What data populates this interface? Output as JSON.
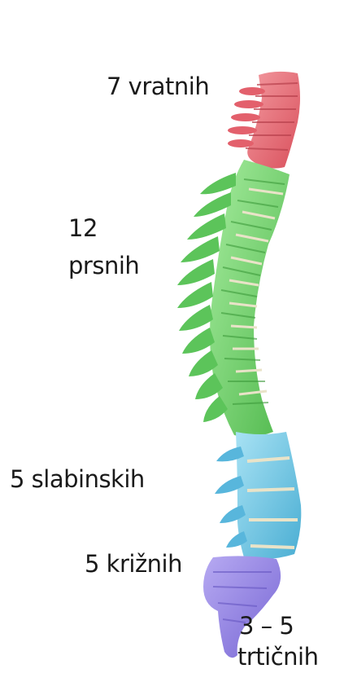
{
  "labels": {
    "cervical": "7 vratnih",
    "thoracic_count": "12",
    "thoracic_word": "prsnih",
    "lumbar": "5 slabinskih",
    "sacral": "5 križnih",
    "coccyx_count": "3 – 5",
    "coccyx_word": "trtičnih"
  },
  "colors": {
    "cervical": "#e8707a",
    "thoracic": "#7fd87a",
    "lumbar": "#7fcbe8",
    "sacral_coccyx": "#9b8be6",
    "disc": "#e9e3c8",
    "text": "#1a1a1a"
  }
}
